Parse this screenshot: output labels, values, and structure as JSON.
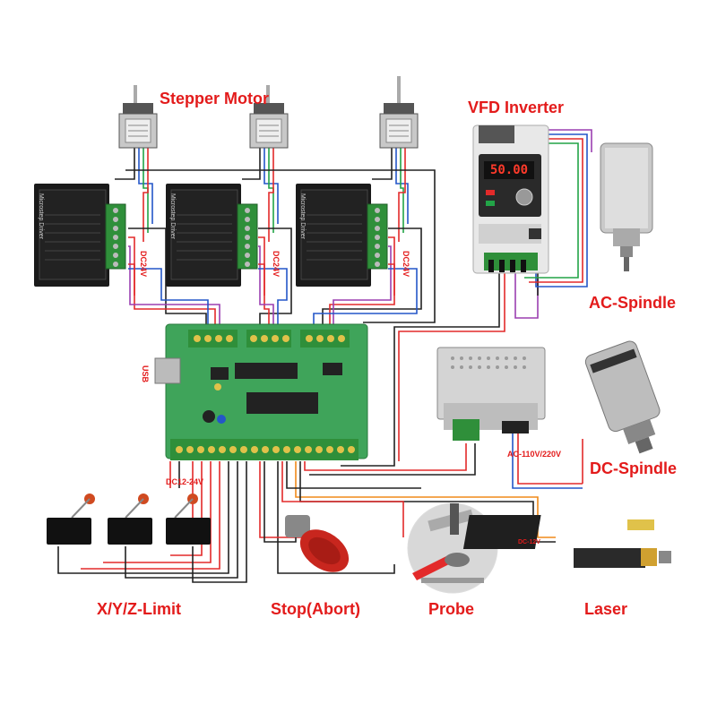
{
  "labels": {
    "stepper_motor": "Stepper Motor",
    "vfd_inverter": "VFD Inverter",
    "ac_spindle": "AC-Spindle",
    "dc_spindle": "DC-Spindle",
    "usb": "USB",
    "dc24v": "DC24V",
    "dc12_24v": "DC12-24V",
    "ac_110_220v": "AC-110V/220V",
    "dc_12v": "DC-12V",
    "xyz_limit": "X/Y/Z-Limit",
    "stop_abort": "Stop(Abort)",
    "probe": "Probe",
    "laser": "Laser"
  },
  "driver_label": "Microstep Driver",
  "vfd_display": "50.00",
  "colors": {
    "label_red": "#e31b1b",
    "board_green": "#3fa45a",
    "terminal_green": "#2f8f3a",
    "terminal_yellow": "#e0c24a",
    "driver_black": "#1a1a1a",
    "wire_red": "#e32a2a",
    "wire_blue": "#2456c8",
    "wire_green": "#22a447",
    "wire_black": "#222222",
    "wire_purple": "#9b3fb0",
    "wire_orange": "#f08a1a"
  }
}
